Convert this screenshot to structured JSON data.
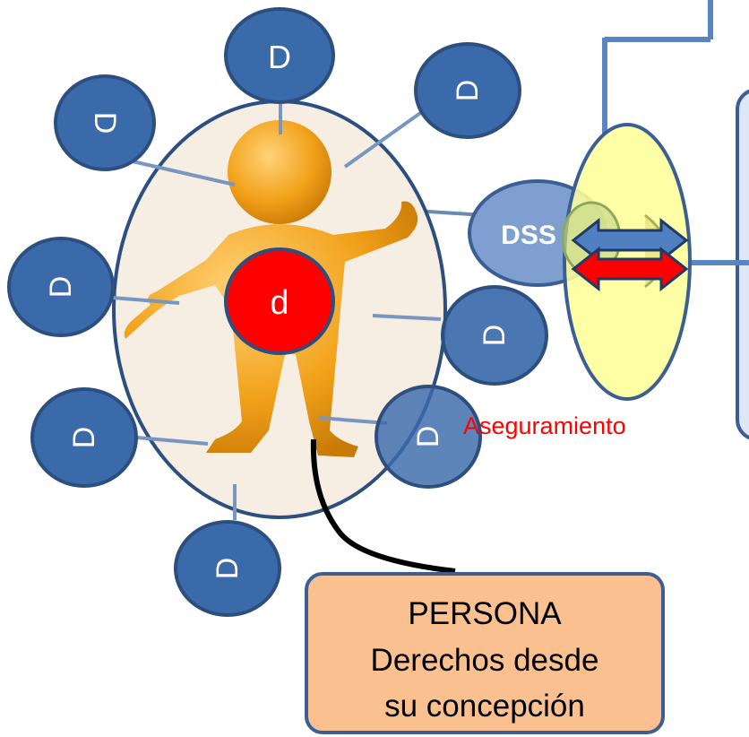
{
  "person": {
    "center_label": "d"
  },
  "satellites": {
    "top": "D",
    "top_right": "D",
    "top_left": "D",
    "left": "D",
    "right": "D",
    "lower_left": "D",
    "lower_right": "D",
    "bottom": "D"
  },
  "dss": {
    "label": "DSS"
  },
  "aseguramiento": {
    "label": "Aseguramiento"
  },
  "persona_box": {
    "title": "PERSONA",
    "line1": "Derechos desde",
    "line2": "su concepción"
  },
  "colors": {
    "satellite_fill": "#3b6aab",
    "satellite_stroke": "#2c4f80",
    "person_bg": "#f6ede3",
    "center_red": "#ff0000",
    "figure_orange": "#f2a21a",
    "dss_fill": "#7f9fd0",
    "yellow_oval": "#ffff99",
    "arrow_blue": "#4f7fc0",
    "arrow_red": "#ff0000",
    "persona_box_fill": "#fac08f",
    "aseguramiento_text": "#ff0000"
  }
}
